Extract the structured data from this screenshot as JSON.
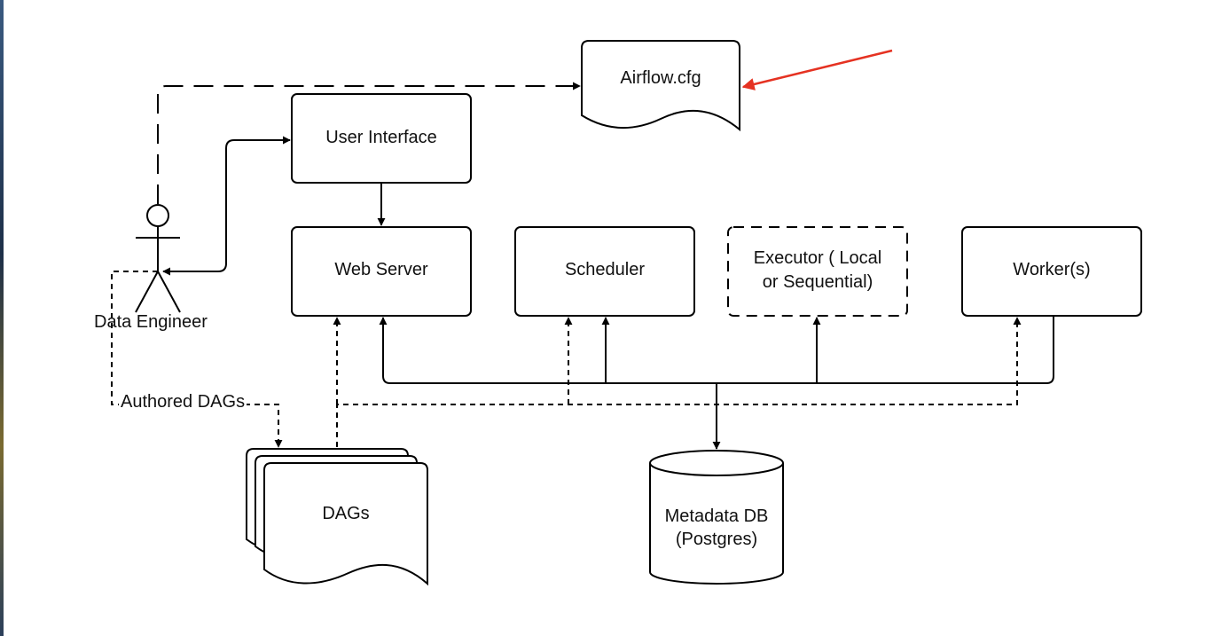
{
  "diagram": {
    "nodes": {
      "airflow_cfg": {
        "label": "Airflow.cfg",
        "shape": "document"
      },
      "user_interface": {
        "label": "User Interface",
        "shape": "rounded-rect"
      },
      "web_server": {
        "label": "Web Server",
        "shape": "rounded-rect"
      },
      "scheduler": {
        "label": "Scheduler",
        "shape": "rounded-rect"
      },
      "executor": {
        "label_line1": "Executor ( Local",
        "label_line2": "or Sequential)",
        "shape": "dashed-rounded-rect"
      },
      "workers": {
        "label": "Worker(s)",
        "shape": "rounded-rect"
      },
      "data_engineer": {
        "label": "Data Engineer",
        "shape": "actor"
      },
      "dags": {
        "label": "DAGs",
        "shape": "multi-document"
      },
      "metadata_db": {
        "label_line1": "Metadata DB",
        "label_line2": "(Postgres)",
        "shape": "cylinder"
      }
    },
    "edge_labels": {
      "authored_dags": "Authored DAGs"
    },
    "highlight_arrow_color": "#e53222",
    "line_color": "#000000"
  }
}
